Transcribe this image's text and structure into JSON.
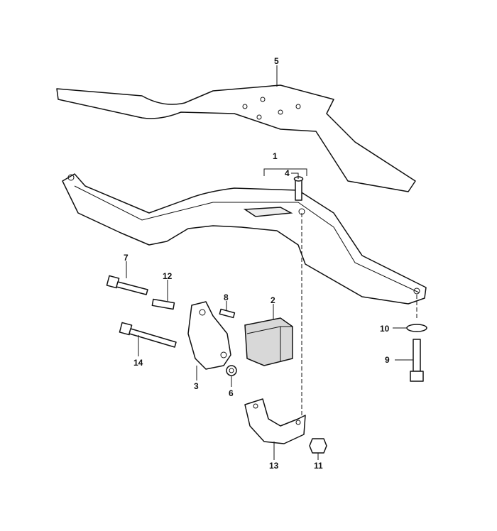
{
  "diagram": {
    "callouts": [
      {
        "id": "5",
        "label": "5"
      },
      {
        "id": "1",
        "label": "1"
      },
      {
        "id": "4",
        "label": "4"
      },
      {
        "id": "2",
        "label": "2"
      },
      {
        "id": "7",
        "label": "7"
      },
      {
        "id": "12",
        "label": "12"
      },
      {
        "id": "8",
        "label": "8"
      },
      {
        "id": "10",
        "label": "10"
      },
      {
        "id": "9",
        "label": "9"
      },
      {
        "id": "14",
        "label": "14"
      },
      {
        "id": "3",
        "label": "3"
      },
      {
        "id": "6",
        "label": "6"
      },
      {
        "id": "13",
        "label": "13"
      },
      {
        "id": "11",
        "label": "11"
      }
    ]
  }
}
